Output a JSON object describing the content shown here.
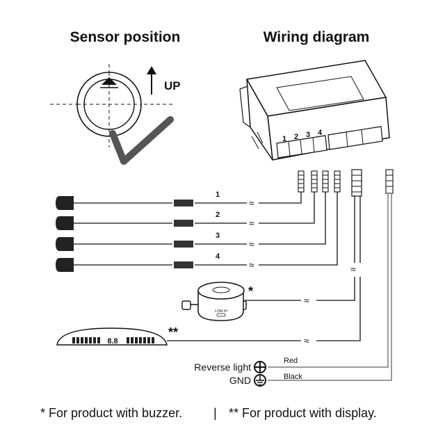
{
  "titles": {
    "sensor_position": "Sensor position",
    "wiring_diagram": "Wiring diagram"
  },
  "orientation_label": "UP",
  "control_box": {
    "port_numbers": [
      "1",
      "2",
      "3",
      "4"
    ]
  },
  "sensor_wires": [
    "1",
    "2",
    "3",
    "4"
  ],
  "buzzer": {
    "marker": "*",
    "switch_text": "LOW HI"
  },
  "display": {
    "marker": "**",
    "readout": "8.8"
  },
  "power": {
    "reverse_light_label": "Reverse light",
    "reverse_light_wire_color": "Red",
    "gnd_label": "GND",
    "gnd_wire_color": "Black"
  },
  "footer": {
    "buzzer_note": "* For product with buzzer.",
    "separator": "|",
    "display_note": "** For product with display."
  },
  "colors": {
    "ink": "#111111",
    "wire_grey": "#9a9a9a",
    "check_mark": "#555555"
  }
}
